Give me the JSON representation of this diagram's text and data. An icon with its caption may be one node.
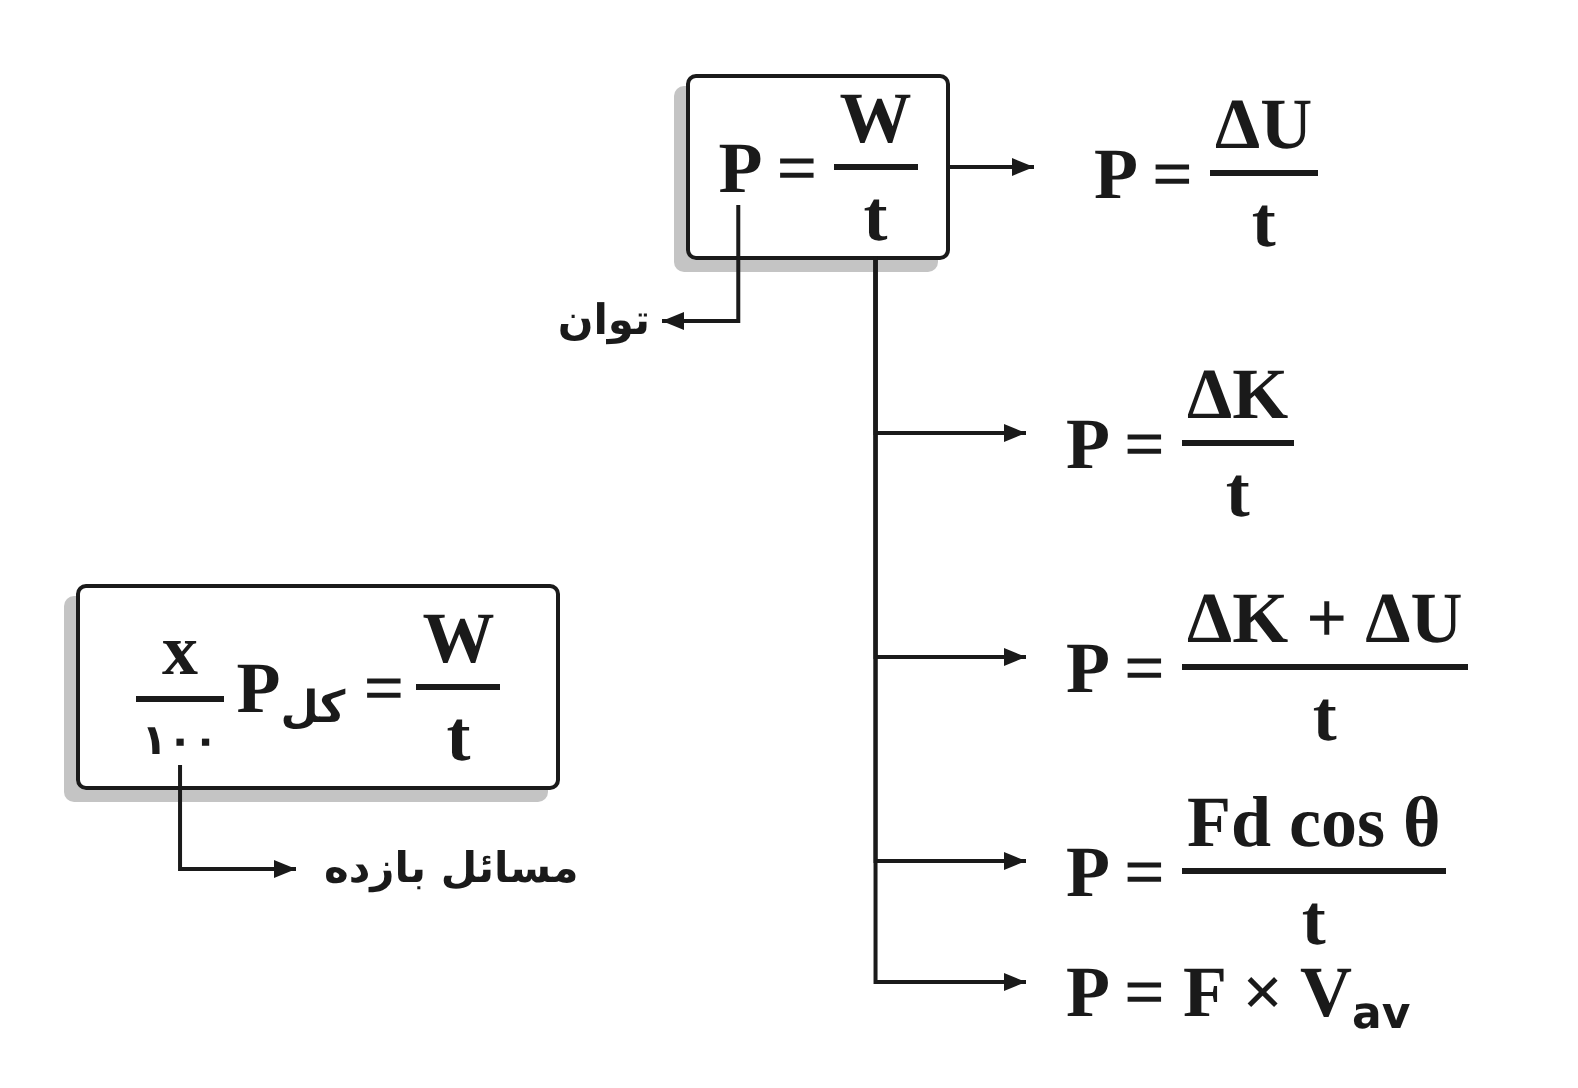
{
  "diagram": {
    "nodes": [
      {
        "text": [
          "P =",
          "W",
          "t"
        ]
      },
      {
        "text": [
          "P =",
          "ΔU",
          "t"
        ]
      },
      {
        "text": [
          "توان"
        ]
      },
      {
        "text": [
          "P =",
          "ΔK",
          "t"
        ]
      },
      {
        "text": [
          "P =",
          "ΔK + ΔU",
          "t"
        ]
      },
      {
        "text": [
          "P =",
          "Fd cos θ",
          "t"
        ]
      },
      {
        "text": [
          "P = F × V$_{av}$"
        ]
      },
      {
        "text": [
          "x",
          "۱۰۰",
          "P$_{کل}$ =",
          "W",
          "t"
        ]
      },
      {
        "text": [
          "مسائل بازده"
        ]
      }
    ],
    "edges": [
      {
        "from": 0,
        "to": 1,
        "arrow": "to"
      },
      {
        "from": 0,
        "to": 2,
        "arrow": "to"
      },
      {
        "from": 0,
        "to": 3,
        "arrow": "to"
      },
      {
        "from": 0,
        "to": 4,
        "arrow": "to"
      },
      {
        "from": 0,
        "to": 5,
        "arrow": "to"
      },
      {
        "from": 0,
        "to": 6,
        "arrow": "to"
      },
      {
        "from": 7,
        "to": 8,
        "arrow": "to"
      }
    ]
  }
}
